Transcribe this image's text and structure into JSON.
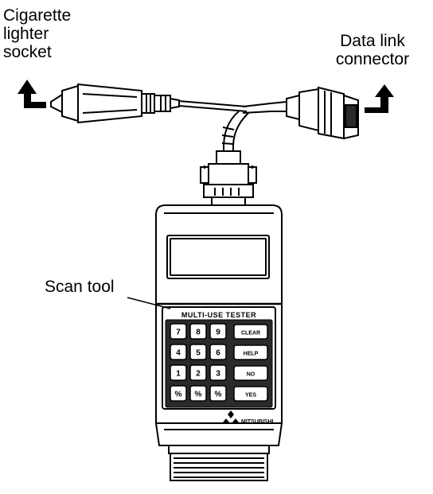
{
  "labels": {
    "cigarette_lighter_socket": "Cigarette\nlighter\nsocket",
    "data_link_connector": "Data link\nconnector",
    "scan_tool": "Scan tool"
  },
  "device": {
    "brand_text": "MULTI-USE TESTER",
    "keypad": [
      [
        "7",
        "8",
        "9"
      ],
      [
        "4",
        "5",
        "6"
      ],
      [
        "1",
        "2",
        "3"
      ],
      [
        "%",
        "%",
        "%"
      ]
    ],
    "side_keys": [
      "CLEAR",
      "HELP",
      "NO",
      "YES"
    ],
    "logo_text": "MITSUBISHI"
  },
  "colors": {
    "ink": "#000000",
    "paper": "#ffffff",
    "shade": "#2a2a2a"
  }
}
